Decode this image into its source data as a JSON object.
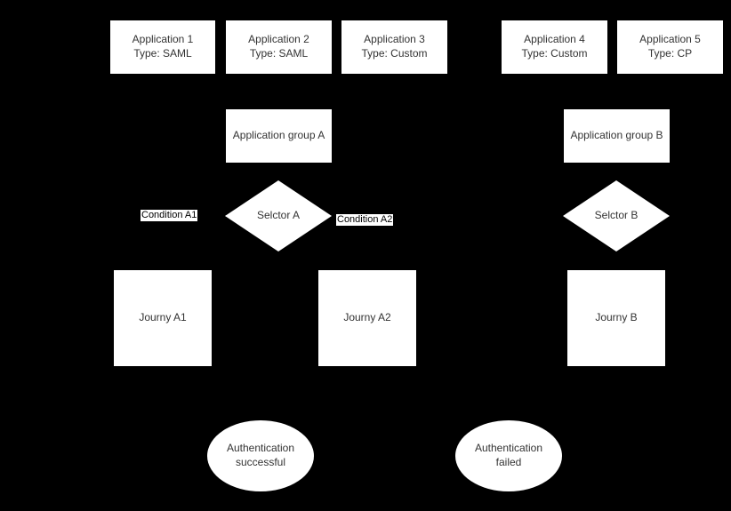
{
  "diagram": {
    "background_color": "#000000",
    "shape_fill_color": "#ffffff",
    "shape_text_color": "#333333",
    "applications": [
      {
        "name": "Application 1",
        "type": "Type: SAML"
      },
      {
        "name": "Application 2",
        "type": "Type: SAML"
      },
      {
        "name": "Application 3",
        "type": "Type: Custom"
      },
      {
        "name": "Application 4",
        "type": "Type: Custom"
      },
      {
        "name": "Application 5",
        "type": "Type: CP"
      }
    ],
    "groups": [
      {
        "label": "Application group A"
      },
      {
        "label": "Application group B"
      }
    ],
    "selectors": [
      {
        "label": "Selctor A"
      },
      {
        "label": "Selctor B"
      }
    ],
    "conditions": [
      {
        "label": "Condition A1"
      },
      {
        "label": "Condition A2"
      }
    ],
    "journeys": [
      {
        "label": "Journy A1"
      },
      {
        "label": "Journy A2"
      },
      {
        "label": "Journy B"
      }
    ],
    "outcomes": [
      {
        "label": "Authentication successful"
      },
      {
        "label": "Authentication failed"
      }
    ]
  }
}
